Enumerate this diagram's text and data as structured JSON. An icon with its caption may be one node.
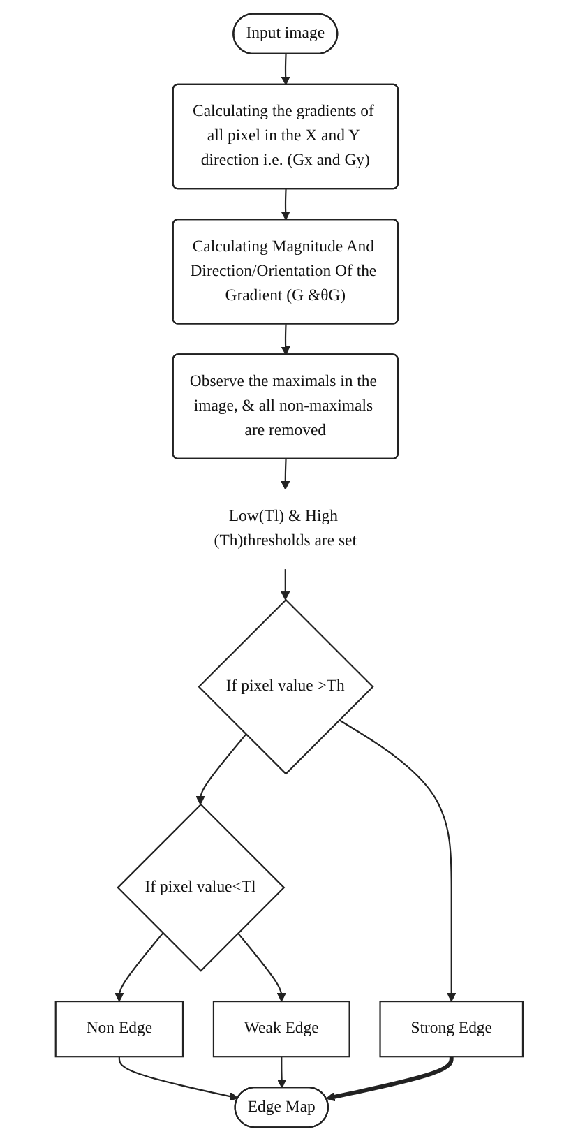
{
  "diagram": {
    "nodes": [
      {
        "text": [
          "Input image"
        ]
      },
      {
        "text": [
          "Calculating the gradients of all pixel in the X and Y direction i.e. (Gx and Gy)"
        ]
      },
      {
        "text": [
          "Calculating Magnitude And Direction/Orientation Of the Gradient (G &θG)"
        ]
      },
      {
        "text": [
          "Observe the maximals in the image, & all non-maximals are removed"
        ]
      },
      {
        "text": [
          "Low(Tl) & High (Th)thresholds are set"
        ]
      },
      {
        "text": [
          "If pixel value >Th"
        ]
      },
      {
        "text": [
          "Strong Edge"
        ]
      },
      {
        "text": [
          "If pixel value<Tl"
        ]
      },
      {
        "text": [
          "Weak Edge"
        ]
      },
      {
        "text": [
          "Non Edge"
        ]
      },
      {
        "text": [
          "Edge Map"
        ]
      }
    ],
    "edges": [
      {
        "from": 0,
        "to": 1,
        "arrow": "to"
      },
      {
        "from": 1,
        "to": 2,
        "arrow": "to"
      },
      {
        "from": 2,
        "to": 3,
        "arrow": "to"
      },
      {
        "from": 3,
        "to": 4,
        "arrow": "to"
      },
      {
        "from": 4,
        "to": 5,
        "arrow": "to"
      },
      {
        "from": 5,
        "to": 6,
        "arrow": "to"
      },
      {
        "from": 5,
        "to": 7,
        "arrow": "to"
      },
      {
        "from": 7,
        "to": 8,
        "arrow": "to"
      },
      {
        "from": 7,
        "to": 9,
        "arrow": "to"
      },
      {
        "from": 9,
        "to": 10,
        "arrow": "to"
      },
      {
        "from": 8,
        "to": 10,
        "arrow": "to"
      },
      {
        "from": 6,
        "to": 10,
        "arrow": "to",
        "style": "thick"
      }
    ]
  }
}
